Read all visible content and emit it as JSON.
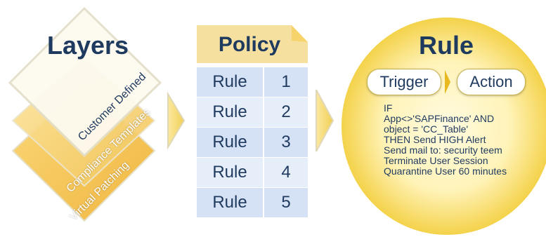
{
  "layers": {
    "title": "Layers",
    "items": [
      {
        "label": "Customer Defined"
      },
      {
        "label": "Compliance Templates"
      },
      {
        "label": "Virtual Patching"
      }
    ]
  },
  "policy": {
    "title": "Policy",
    "rows": [
      {
        "label": "Rule",
        "number": "1"
      },
      {
        "label": "Rule",
        "number": "2"
      },
      {
        "label": "Rule",
        "number": "3"
      },
      {
        "label": "Rule",
        "number": "4"
      },
      {
        "label": "Rule",
        "number": "5"
      }
    ]
  },
  "rule": {
    "title": "Rule",
    "trigger_label": "Trigger",
    "action_label": "Action",
    "lines": [
      "IF",
      "App<>'SAPFinance' AND",
      "object = 'CC_Table'",
      "THEN Send HIGH Alert",
      "Send mail to: security teem",
      "Terminate User Session",
      "Quarantine User 60 minutes"
    ]
  }
}
